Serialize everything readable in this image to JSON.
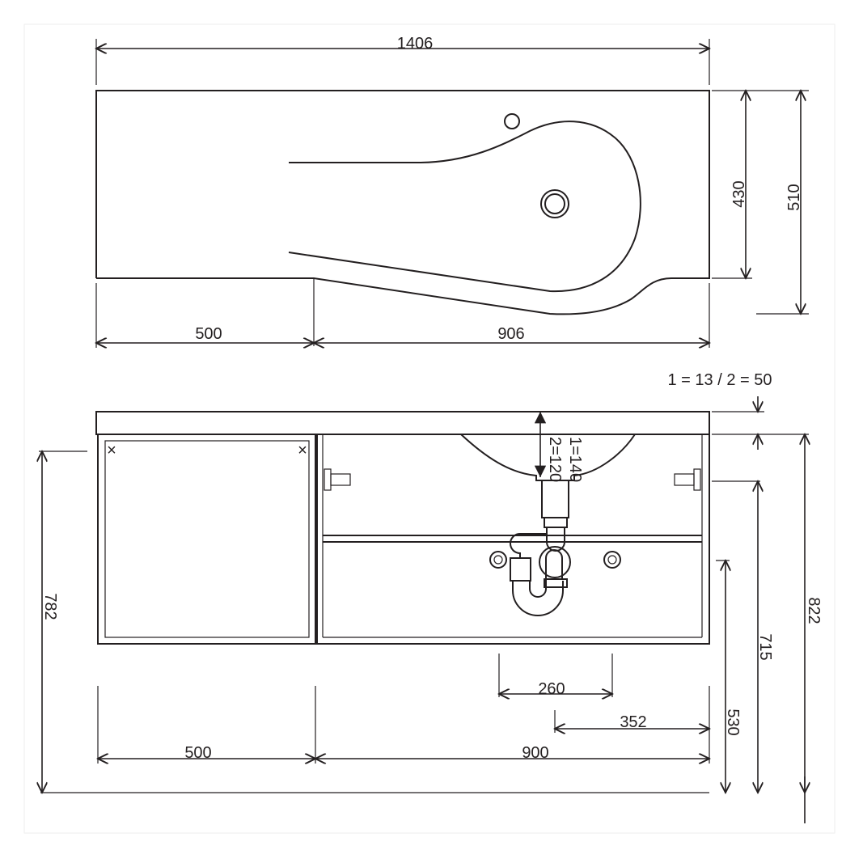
{
  "top_view": {
    "dims": {
      "overall_width": "1406",
      "basin_depth": "430",
      "total_depth": "510",
      "left_width": "500",
      "right_width": "906"
    }
  },
  "front_view": {
    "note": "1 = 13 / 2 = 50",
    "siphon_labels": {
      "variant1": "1=140",
      "variant2": "2=120"
    },
    "dims": {
      "left_cabinet_height": "782",
      "total_height": "822",
      "bracket_height": "715",
      "drain_height": "530",
      "tap_spacing": "260",
      "drain_offset": "352",
      "left_width": "500",
      "right_width": "900"
    }
  },
  "colors": {
    "line": "#231f20",
    "background": "#ffffff"
  }
}
